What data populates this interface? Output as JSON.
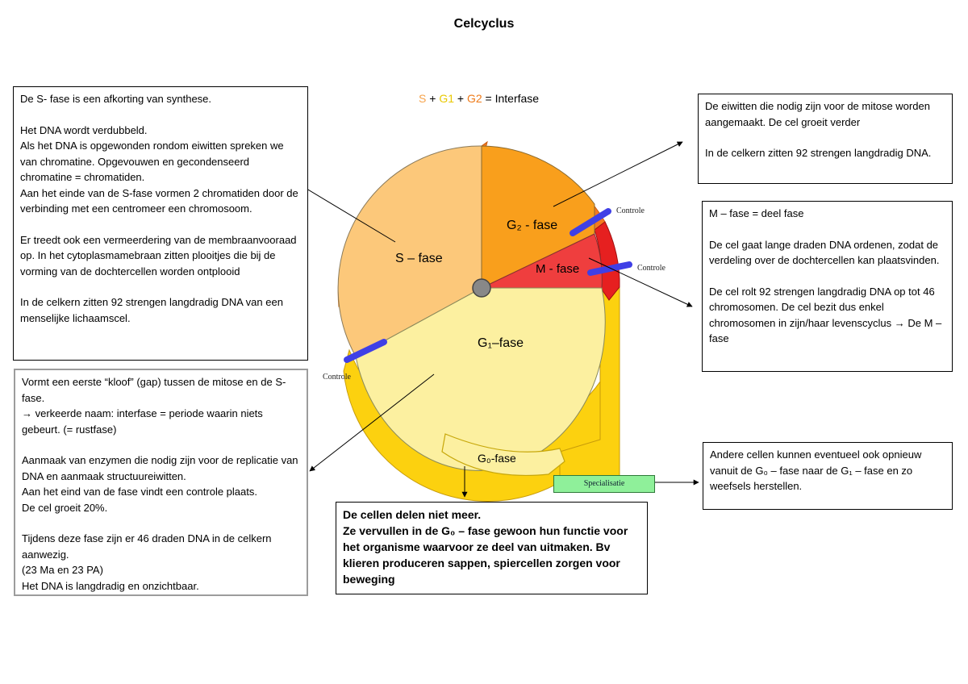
{
  "title": "Celcyclus",
  "formula": {
    "s": "S",
    "plus1": "+",
    "g1": "G1",
    "plus2": "+",
    "g2": "G2",
    "rest": "= Interfase"
  },
  "colors": {
    "s_phase": "#fcc87a",
    "g1_phase": "#fcf0a0",
    "g2_phase": "#f99f1c",
    "m_phase": "#ef3e3e",
    "outer_orange": "#f47a1f",
    "outer_yellow": "#fcd10f",
    "outer_red": "#e62020",
    "control_bar": "#3f3fe6",
    "specialisatie": "#8ff09a",
    "formula_s": "#f6a24a",
    "formula_g1": "#f2d200",
    "formula_g2": "#ee7a18"
  },
  "phases": {
    "s": "S – fase",
    "g2": "G₂ - fase",
    "m": "M - fase",
    "g1": "G₁–fase",
    "g0": "G₀-fase"
  },
  "controls": {
    "top": "Controle",
    "middle": "Controle",
    "left": "Controle"
  },
  "specialisatie": "Specialisatie",
  "boxes": {
    "s_phase": [
      "De S- fase is een afkorting van synthese.",
      "Het DNA wordt verdubbeld.",
      "Als het DNA is opgewonden rondom eiwitten spreken we van chromatine. Opgevouwen en gecondenseerd chromatine = chromatiden.",
      "Aan het einde van de S-fase vormen 2 chromatiden door de verbinding met een centromeer een chromosoom.",
      "Er treedt ook een vermeerdering van de membraanvooraad op. In het cytoplasmamebraan zitten plooitjes die bij de vorming van de dochtercellen worden ontplooid",
      "In de celkern zitten 92 strengen langdradig DNA van een menselijke lichaamscel."
    ],
    "g1_phase": [
      "Vormt een eerste “kloof” (gap) tussen de mitose en de S-fase.",
      "→ verkeerde naam: interfase = periode waarin niets gebeurt. (= rustfase)",
      "Aanmaak van enzymen die nodig zijn voor de replicatie van DNA en aanmaak structuureiwitten.",
      "Aan het eind van de fase vindt een controle plaats.",
      "De cel groeit 20%.",
      "Tijdens deze fase zijn er 46 draden DNA in de celkern aanwezig.",
      "(23 Ma en 23 PA)",
      "Het DNA is langdradig en onzichtbaar."
    ],
    "g2_phase": [
      "De eiwitten die nodig zijn voor de mitose worden aangemaakt. De cel groeit verder",
      "In de celkern zitten 92 strengen langdradig DNA."
    ],
    "m_phase": [
      "M – fase = deel fase",
      "De cel gaat lange draden DNA ordenen, zodat de verdeling over de dochtercellen kan plaatsvinden.",
      "De cel rolt 92 strengen langdradig DNA op tot 46 chromosomen. De cel bezit dus enkel chromosomen in zijn/haar levenscyclus → De M – fase"
    ],
    "g0_phase": [
      "De cellen delen niet meer.",
      "Ze vervullen in de G₀ – fase gewoon hun functie voor het organisme waarvoor ze deel van uitmaken. Bv klieren produceren sappen, spiercellen zorgen voor beweging"
    ],
    "specialisation": [
      "Andere cellen kunnen eventueel ook opnieuw vanuit de G₀ – fase naar de G₁ – fase en zo weefsels herstellen."
    ]
  }
}
